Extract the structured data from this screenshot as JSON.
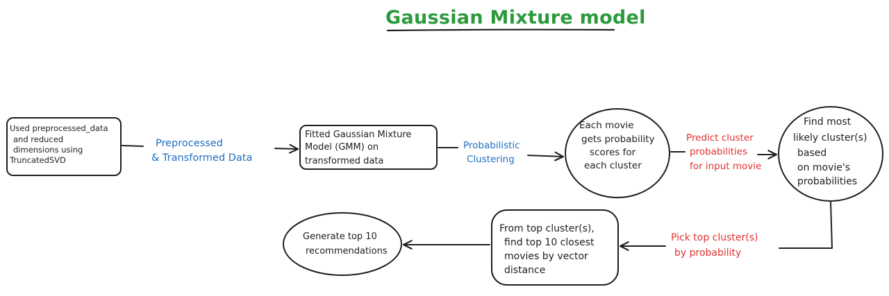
{
  "title": "Gaussian Mixture model",
  "nodes": {
    "used_preprocessed": [
      "Used preprocessed_data",
      "and reduced",
      "dimensions using",
      "TruncatedSVD"
    ],
    "fitted_gmm": [
      "Fitted Gaussian Mixture",
      "Model (GMM) on",
      "transformed data"
    ],
    "each_movie": [
      "Each movie",
      "gets probability",
      "scores for",
      "each cluster"
    ],
    "find_most": [
      "Find most",
      "likely cluster(s)",
      "based",
      "on movie's",
      "probabilities"
    ],
    "from_top": [
      "From top cluster(s),",
      "find top 10 closest",
      "movies by vector",
      "distance"
    ],
    "generate": [
      "Generate top 10",
      "recommendations"
    ]
  },
  "edge_labels": {
    "preprocessed": [
      "Preprocessed",
      "& Transformed Data"
    ],
    "probabilistic": [
      "Probabilistic",
      "Clustering"
    ],
    "predict": [
      "Predict cluster",
      "probabilities",
      "for input movie"
    ],
    "pick": [
      "Pick top cluster(s)",
      "by probability"
    ]
  },
  "colors": {
    "title": "#2b9a3c",
    "edge_label_blue": "#1f6fc0",
    "edge_label_red": "#e03131",
    "stroke": "#1e1e1e"
  }
}
